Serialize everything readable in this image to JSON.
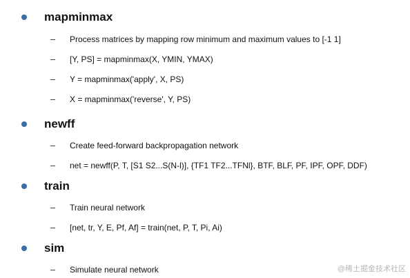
{
  "sections": [
    {
      "title": "mapminmax",
      "items": [
        "Process matrices by mapping row minimum and maximum values to [-1 1]",
        "[Y, PS] = mapminmax(X, YMIN, YMAX)",
        "Y = mapminmax('apply', X, PS)",
        "X = mapminmax('reverse', Y, PS)"
      ]
    },
    {
      "title": "newff",
      "items": [
        "Create feed-forward backpropagation network",
        "net = newff(P, T, [S1 S2...S(N-l)], {TF1 TF2...TFNl}, BTF, BLF, PF, IPF, OPF, DDF)"
      ]
    },
    {
      "title": "train",
      "items": [
        "Train neural network",
        "[net, tr, Y, E, Pf, Af] = train(net, P, T, Pi, Ai)"
      ]
    },
    {
      "title": "sim",
      "items": [
        "Simulate neural network"
      ]
    }
  ],
  "watermark": "@稀土掘金技术社区"
}
